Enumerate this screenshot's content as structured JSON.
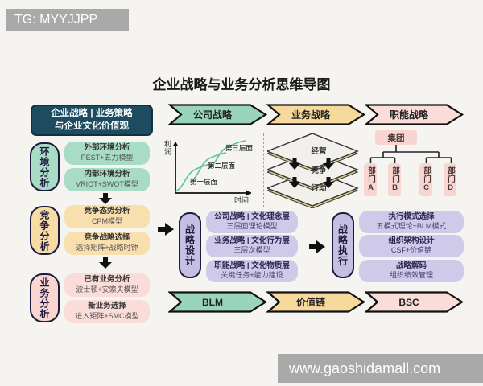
{
  "watermarks": {
    "top_left": "TG: MYYJJPP",
    "bottom_right": "www.gaoshidamall.com"
  },
  "title": "企业战略与业务分析思维导图",
  "colors": {
    "header_navy": "#1d4c61",
    "green": "#a8dcc6",
    "yellow": "#f8dca6",
    "pink": "#f9d6d2",
    "purple_capsule": "#c6bfe2",
    "purple_item": "#cfc9ea",
    "chevron_green": "#99d5bd",
    "chevron_yellow": "#f8d99c",
    "chevron_pink": "#fadcd8",
    "curve_teal": "#5fbfa5",
    "watermark_gray": "#a9a9a9"
  },
  "left_panel": {
    "header_line1": "企业战略 | 业务策略",
    "header_line2": "与企业文化价值观",
    "sections": [
      {
        "label": "环境分析",
        "items": [
          {
            "line1": "外部环境分析",
            "line2": "PEST+五力模型"
          },
          {
            "line1": "内部环境分析",
            "line2": "VRIOT+SWOT模型"
          }
        ]
      },
      {
        "label": "竞争分析",
        "items": [
          {
            "line1": "竞争态势分析",
            "line2": "CPM模型"
          },
          {
            "line1": "竞争战略选择",
            "line2": "选择矩阵+战略时钟"
          }
        ]
      },
      {
        "label": "业务分析",
        "items": [
          {
            "line1": "已有业务分析",
            "line2": "波士顿+安索夫模型"
          },
          {
            "line1": "新业务选择",
            "line2": "进入矩阵+SMC模型"
          }
        ]
      }
    ]
  },
  "top_flow": {
    "chevrons": [
      {
        "label": "公司战略",
        "color": "#99d5bd"
      },
      {
        "label": "业务战略",
        "color": "#f8d99c"
      },
      {
        "label": "职能战略",
        "color": "#fadcd8"
      }
    ]
  },
  "horizons_chart": {
    "type": "line",
    "y_axis": "利润",
    "x_axis": "时间",
    "curves": [
      "第一层面",
      "第二层面",
      "第三层面"
    ]
  },
  "strategy_layers": {
    "items": [
      "经营",
      "竞争",
      "行动"
    ]
  },
  "org_chart": {
    "root": "集团",
    "departments": [
      "部门A",
      "部门B",
      "部门C",
      "部门D"
    ]
  },
  "strategy_design": {
    "label": "战略设计",
    "items": [
      {
        "line1": "公司战略 | 文化理念层",
        "line2": "三层面理论模型"
      },
      {
        "line1": "业务战略 | 文化行为层",
        "line2": "三层次模型"
      },
      {
        "line1": "职能战略 | 文化物质层",
        "line2": "关键任务+能力建设"
      }
    ]
  },
  "strategy_execution": {
    "label": "战略执行",
    "items": [
      {
        "line1": "执行模式选择",
        "line2": "五模式理论+BLM模式"
      },
      {
        "line1": "组织架构设计",
        "line2": "CSF+价值链"
      },
      {
        "line1": "战略解码",
        "line2": "组织绩效管理"
      }
    ]
  },
  "bottom_flow": {
    "chevrons": [
      {
        "label": "BLM",
        "color": "#99d5bd"
      },
      {
        "label": "价值链",
        "color": "#f8d99c"
      },
      {
        "label": "BSC",
        "color": "#fadcd8"
      }
    ]
  }
}
